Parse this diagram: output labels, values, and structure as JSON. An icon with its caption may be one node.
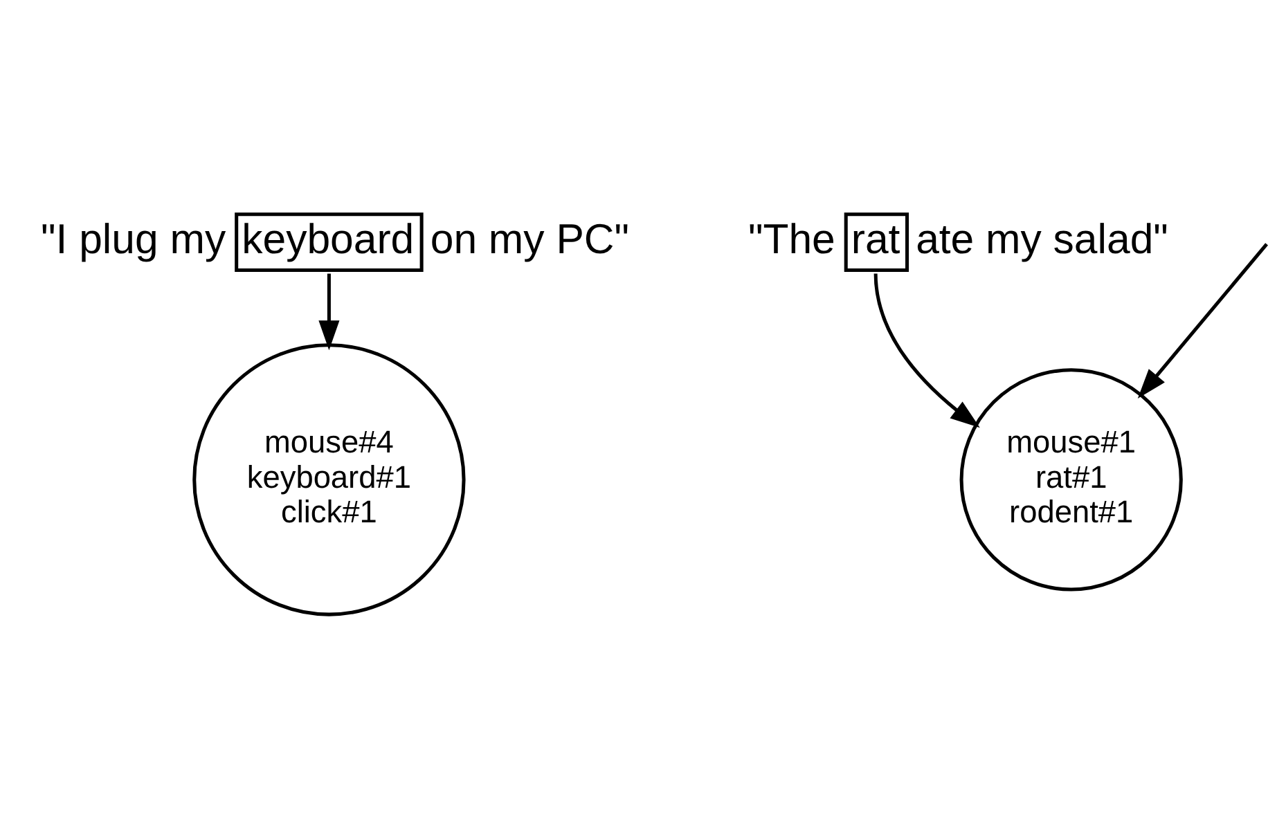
{
  "diagram": {
    "nodes": [
      {
        "text": [
          "keyboard"
        ],
        "beside": [
          "\"I plug my",
          "on my PC\""
        ]
      },
      {
        "text": [
          "mouse#4 keyboard#1 click#1"
        ]
      },
      {
        "text": [
          "rat"
        ],
        "beside": [
          "\"The",
          "ate my salad\""
        ]
      },
      {
        "text": [
          "mouse#1 rat#1 rodent#1"
        ]
      }
    ],
    "edges": [
      {
        "from": 0,
        "to": 1,
        "arrow": "to"
      },
      {
        "from": 2,
        "to": 3,
        "arrow": "to"
      },
      {
        "from": null,
        "to": 3,
        "arrow": "to"
      }
    ]
  }
}
